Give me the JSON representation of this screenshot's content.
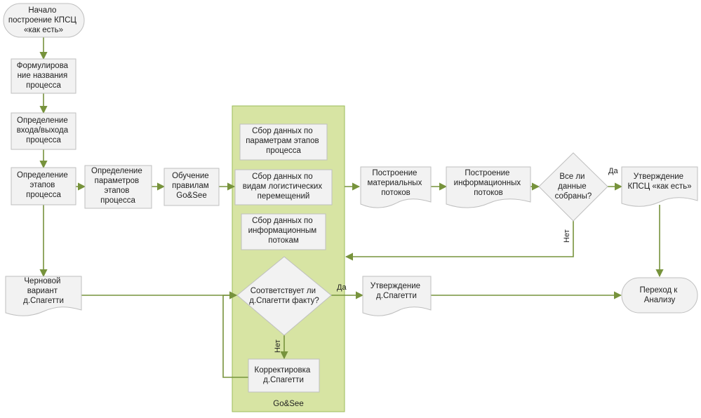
{
  "start": [
    "Начало",
    "построение КПСЦ",
    "«как есть»"
  ],
  "formulation": [
    "Формулирова",
    "ние названия",
    "процесса"
  ],
  "io": [
    "Определение",
    "входа/выхода",
    "процесса"
  ],
  "stages": [
    "Определение",
    "этапов",
    "процесса"
  ],
  "params": [
    "Определение",
    "параметров",
    "этапов",
    "процесса"
  ],
  "training": [
    "Обучение",
    "правилам",
    "Go&See"
  ],
  "collect_params": [
    "Сбор данных по",
    "параметрам этапов",
    "процесса"
  ],
  "collect_log": [
    "Сбор данных по",
    "видам логистических",
    "перемещений"
  ],
  "collect_info": [
    "Сбор данных по",
    "информационным",
    "потокам"
  ],
  "material_flows": [
    "Построение",
    "материальных",
    "потоков"
  ],
  "info_flows": [
    "Построение",
    "информационных",
    "потоков"
  ],
  "all_data": [
    "Все ли",
    "данные",
    "собраны?"
  ],
  "approve_kpsc": [
    "Утверждение",
    "КПСЦ «как есть»"
  ],
  "draft": [
    "Черновой",
    "вариант",
    "д.Спагетти"
  ],
  "matches": [
    "Соответствует ли",
    "д.Спагетти факту?"
  ],
  "approve_spaghetti": [
    "Утверждение",
    "д.Спагетти"
  ],
  "transition": [
    "Переход к",
    "Анализу"
  ],
  "correction": [
    "Корректировка",
    "д.Спагетти"
  ],
  "gosee_label": "Go&See",
  "yes1": "Да",
  "no1": "Нет",
  "yes2": "Да",
  "no2": "Нет",
  "colors": {
    "box_fill": "#f2f2f2",
    "box_stroke": "#bfbfbf",
    "arrow": "#77933c",
    "panel_fill": "#d7e4a3",
    "panel_stroke": "#9bbb59"
  }
}
